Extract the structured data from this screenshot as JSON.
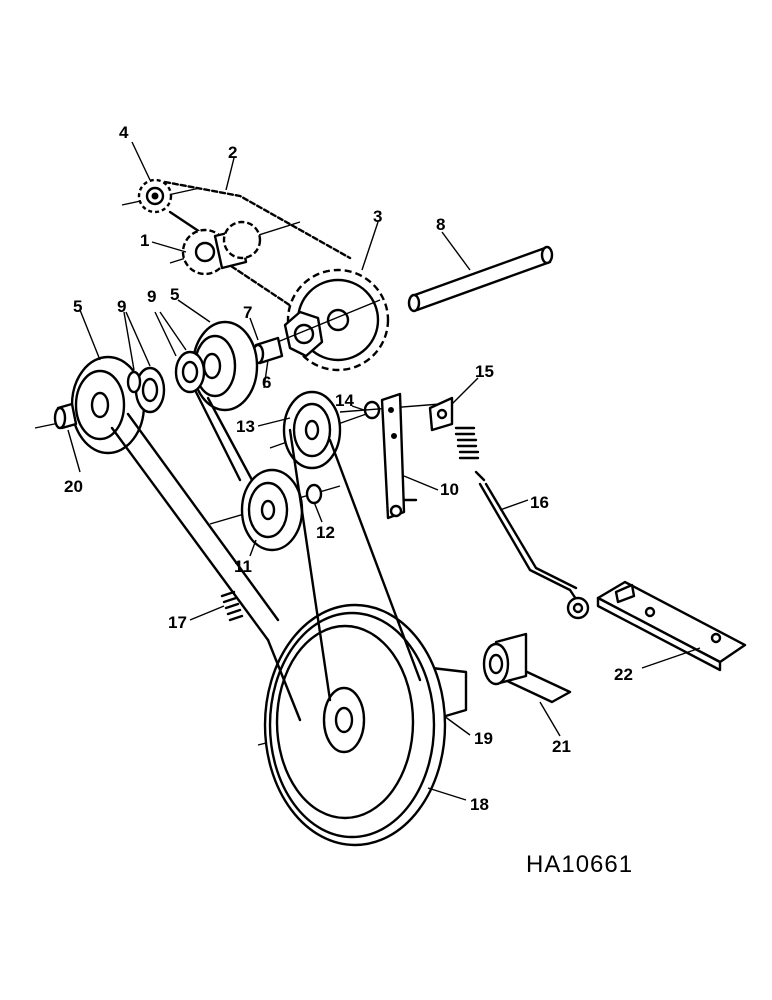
{
  "drawing_code": "HA10661",
  "callouts": [
    {
      "id": "1",
      "text": "1"
    },
    {
      "id": "2",
      "text": "2"
    },
    {
      "id": "3",
      "text": "3"
    },
    {
      "id": "4",
      "text": "4"
    },
    {
      "id": "5a",
      "text": "5"
    },
    {
      "id": "5b",
      "text": "5"
    },
    {
      "id": "6",
      "text": "6"
    },
    {
      "id": "7",
      "text": "7"
    },
    {
      "id": "8",
      "text": "8"
    },
    {
      "id": "9a",
      "text": "9"
    },
    {
      "id": "9b",
      "text": "9"
    },
    {
      "id": "10",
      "text": "10"
    },
    {
      "id": "11",
      "text": "11"
    },
    {
      "id": "12",
      "text": "12"
    },
    {
      "id": "13",
      "text": "13"
    },
    {
      "id": "14",
      "text": "14"
    },
    {
      "id": "15",
      "text": "15"
    },
    {
      "id": "16",
      "text": "16"
    },
    {
      "id": "17",
      "text": "17"
    },
    {
      "id": "18",
      "text": "18"
    },
    {
      "id": "19",
      "text": "19"
    },
    {
      "id": "20",
      "text": "20"
    },
    {
      "id": "21",
      "text": "21"
    },
    {
      "id": "22",
      "text": "22"
    }
  ]
}
